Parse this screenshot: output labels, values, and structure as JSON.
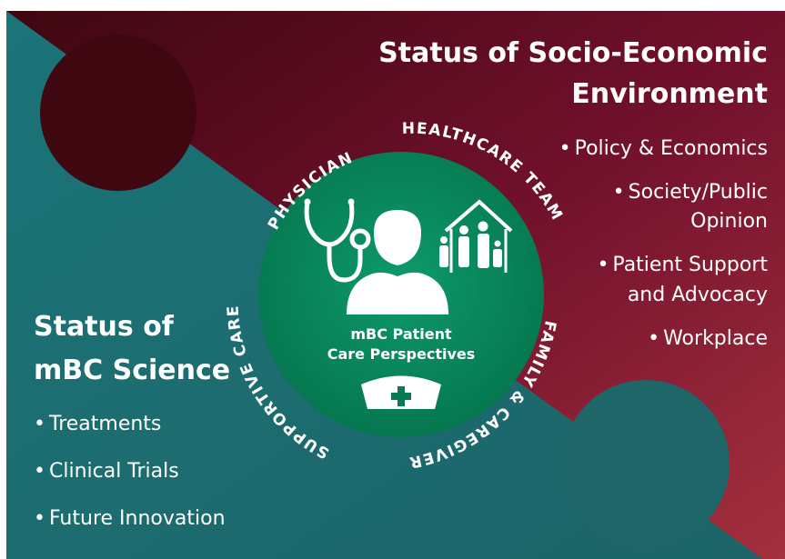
{
  "right": {
    "title_line1": "Status of Socio-Economic",
    "title_line2": "Environment",
    "items": [
      "Policy  & Economics",
      "Society/Public",
      "Opinion",
      "Patient Support",
      "and Advocacy",
      "Workplace"
    ]
  },
  "left": {
    "title_line1": "Status of",
    "title_line2": "mBC Science",
    "items": [
      "Treatments",
      "Clinical Trials",
      "Future Innovation"
    ]
  },
  "center": {
    "line1": "mBC Patient",
    "line2": "Care Perspectives",
    "ring_labels": {
      "physician": "PHYSICIAN",
      "healthcare_team": "HEALTHCARE TEAM",
      "family": "FAMILY & CAREGIVER",
      "supportive": "SUPPORTIVE CARE"
    }
  },
  "bullet": "•",
  "colors": {
    "teal": "#1e6f72",
    "maroon": "#6d0f27",
    "center_green": "#0a8a5e",
    "white": "#ffffff"
  },
  "icons": [
    "stethoscope-icon",
    "patient-icon",
    "family-house-icon",
    "nurse-cap-icon"
  ]
}
